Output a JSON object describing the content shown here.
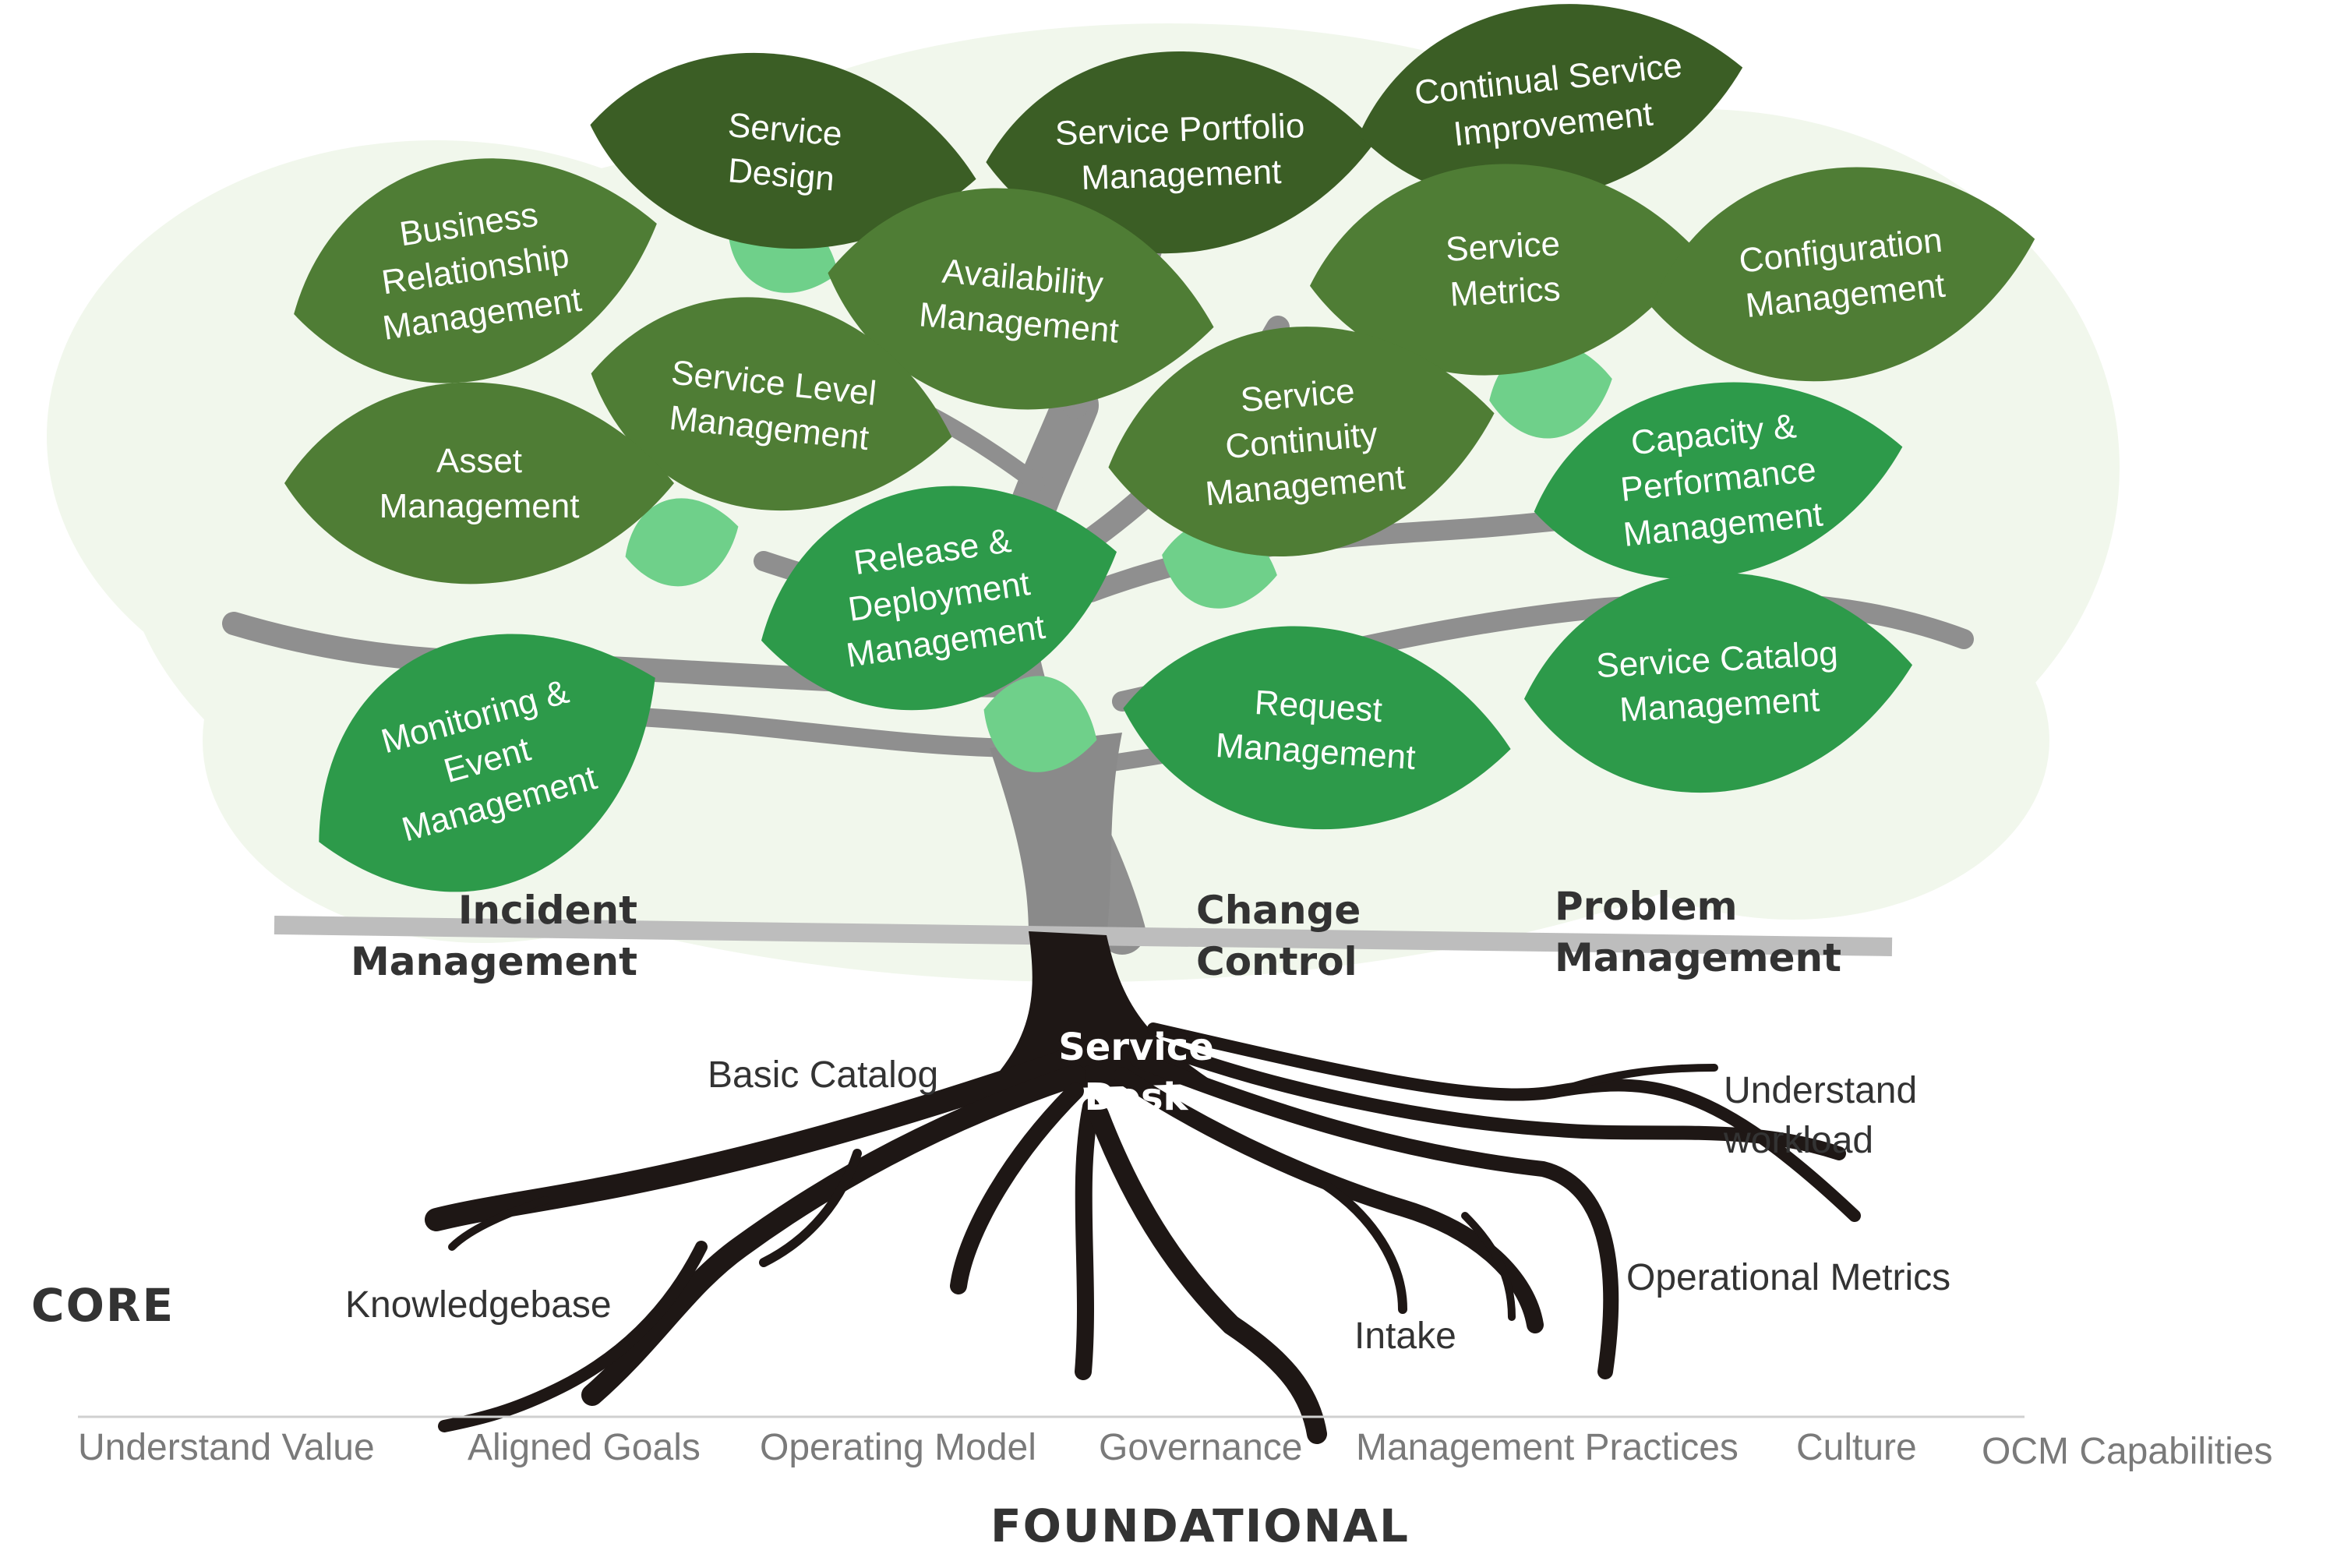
{
  "colors": {
    "canopy_halo": "#f1f7ec",
    "leaf_dark": "#3b5e25",
    "leaf_mid": "#4f7d35",
    "leaf_bright": "#2d9a4a",
    "leaf_light": "#6fd08a",
    "branch": "#8f8f8f",
    "trunk": "#8a8a8a",
    "roots": "#1e1715",
    "ground_line": "#bdbdbd",
    "text_dark": "#333333",
    "text_grey": "#7a7a7a"
  },
  "leaves": [
    {
      "id": "service-design",
      "lines": [
        "Service",
        "Design"
      ],
      "tone": "dark"
    },
    {
      "id": "service-portfolio-management",
      "lines": [
        "Service Portfolio",
        "Management"
      ],
      "tone": "dark"
    },
    {
      "id": "continual-service-improvement",
      "lines": [
        "Continual Service",
        "Improvement"
      ],
      "tone": "dark"
    },
    {
      "id": "business-relationship-management",
      "lines": [
        "Business",
        "Relationship",
        "Management"
      ],
      "tone": "mid"
    },
    {
      "id": "availability-management",
      "lines": [
        "Availability",
        "Management"
      ],
      "tone": "mid"
    },
    {
      "id": "service-metrics",
      "lines": [
        "Service",
        "Metrics"
      ],
      "tone": "mid"
    },
    {
      "id": "configuration-management",
      "lines": [
        "Configuration",
        "Management"
      ],
      "tone": "mid"
    },
    {
      "id": "service-level-management",
      "lines": [
        "Service Level",
        "Management"
      ],
      "tone": "mid"
    },
    {
      "id": "asset-management",
      "lines": [
        "Asset",
        "Management"
      ],
      "tone": "mid"
    },
    {
      "id": "service-continuity-management",
      "lines": [
        "Service",
        "Continuity",
        "Management"
      ],
      "tone": "mid"
    },
    {
      "id": "capacity-performance-management",
      "lines": [
        "Capacity &",
        "Performance",
        "Management"
      ],
      "tone": "bright"
    },
    {
      "id": "release-deployment-management",
      "lines": [
        "Release &",
        "Deployment",
        "Management"
      ],
      "tone": "bright"
    },
    {
      "id": "monitoring-event-management",
      "lines": [
        "Monitoring &",
        "Event",
        "Management"
      ],
      "tone": "bright"
    },
    {
      "id": "request-management",
      "lines": [
        "Request",
        "Management"
      ],
      "tone": "bright"
    },
    {
      "id": "service-catalog-management",
      "lines": [
        "Service Catalog",
        "Management"
      ],
      "tone": "bright"
    }
  ],
  "trunk": {
    "core_processes": [
      {
        "id": "incident-management",
        "lines": [
          "Incident",
          "Management"
        ]
      },
      {
        "id": "change-control",
        "lines": [
          "Change",
          "Control"
        ]
      },
      {
        "id": "problem-management",
        "lines": [
          "Problem",
          "Management"
        ]
      }
    ],
    "service_desk": [
      "Service",
      "Desk"
    ]
  },
  "roots": [
    {
      "id": "basic-catalog",
      "lines": [
        "Basic Catalog"
      ]
    },
    {
      "id": "understand-workload",
      "lines": [
        "Understand",
        "workload"
      ]
    },
    {
      "id": "knowledgebase",
      "lines": [
        "Knowledgebase"
      ]
    },
    {
      "id": "operational-metrics",
      "lines": [
        "Operational Metrics"
      ]
    },
    {
      "id": "intake",
      "lines": [
        "Intake"
      ]
    }
  ],
  "core_label": "CORE",
  "foundational_items": [
    "Understand Value",
    "Aligned Goals",
    "Operating Model",
    "Governance",
    "Management Practices",
    "Culture",
    "OCM Capabilities"
  ],
  "foundational_label": "FOUNDATIONAL"
}
